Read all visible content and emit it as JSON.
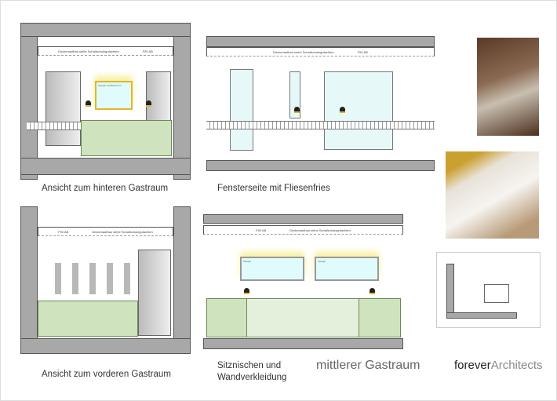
{
  "common": {
    "ceiling_note": "Deckenaufbau siehe Schallschutzgutachten",
    "fire_tag": "F90 AB",
    "mirror_label": "Spiegel",
    "mirror_screen_label": "Spiegel mit Bildschirm"
  },
  "views": [
    {
      "caption": "Ansicht zum hinteren Gastraum"
    },
    {
      "caption": "Fensterseite mit Fliesenfries"
    },
    {
      "caption": "Ansicht zum vorderen Gastraum"
    },
    {
      "caption": "Sitznischen und Wandverkleidung"
    }
  ],
  "sheet_title": "mittlerer Gastraum",
  "logo": {
    "part1": "forever",
    "part2": "Architects"
  },
  "colors": {
    "bench": "#cfe3bf",
    "wall": "#a8a8a8",
    "lamp_glow": "#f7f0a0"
  }
}
